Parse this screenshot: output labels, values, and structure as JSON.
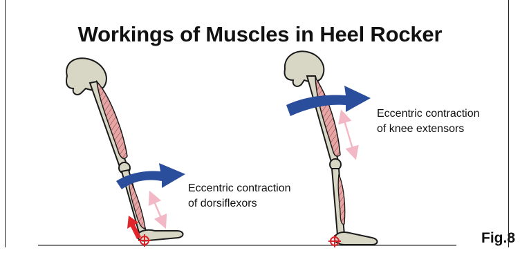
{
  "title": "Workings of Muscles in Heel Rocker",
  "annotations": {
    "left_line1": "Eccentric contraction",
    "left_line2": "of dorsiflexors",
    "right_line1": "Eccentric contraction",
    "right_line2": "of knee extensors"
  },
  "figure_label": "Fig.8",
  "colors": {
    "bone_fill": "#d8d6c4",
    "bone_stroke": "#1a1a1a",
    "muscle_fill": "#e6a6a6",
    "arrow_blue": "#2a4e9c",
    "arrow_pink": "#f2b8c6",
    "arrow_red": "#e0262b",
    "heel_marker": "#d9232a",
    "ground": "#333333"
  },
  "icons": [
    "heel-contact-marker-icon",
    "rotation-arrow-icon",
    "force-arrow-icon"
  ]
}
